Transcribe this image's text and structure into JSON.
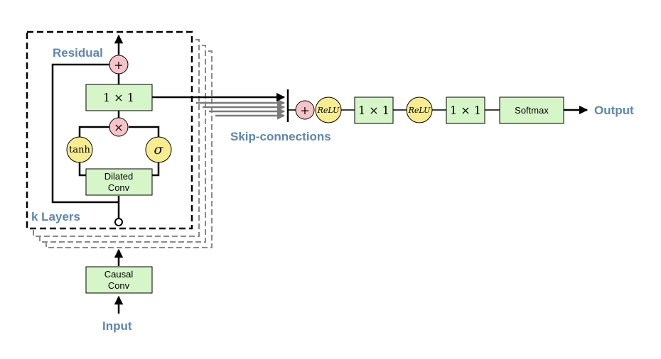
{
  "labels": {
    "residual": "Residual",
    "k_layers": "k Layers",
    "skip_connections": "Skip-connections",
    "input": "Input",
    "output": "Output"
  },
  "blocks": {
    "conv1x1_residual": "1 × 1",
    "dilated_conv_line1": "Dilated",
    "dilated_conv_line2": "Conv",
    "causal_conv_line1": "Causal",
    "causal_conv_line2": "Conv",
    "conv1x1_out_a": "1 × 1",
    "conv1x1_out_b": "1 × 1",
    "softmax": "Softmax"
  },
  "ops": {
    "plus": "+",
    "times": "×",
    "tanh": "tanh",
    "sigma": "σ",
    "relu": "ReLU"
  },
  "colors": {
    "label_blue": "#5b87b0",
    "box_green": "#d6f5c8",
    "circle_yellow": "#f7ec8f",
    "circle_pink": "#f6c4c8",
    "stack_grey": "#8a8a8a"
  }
}
